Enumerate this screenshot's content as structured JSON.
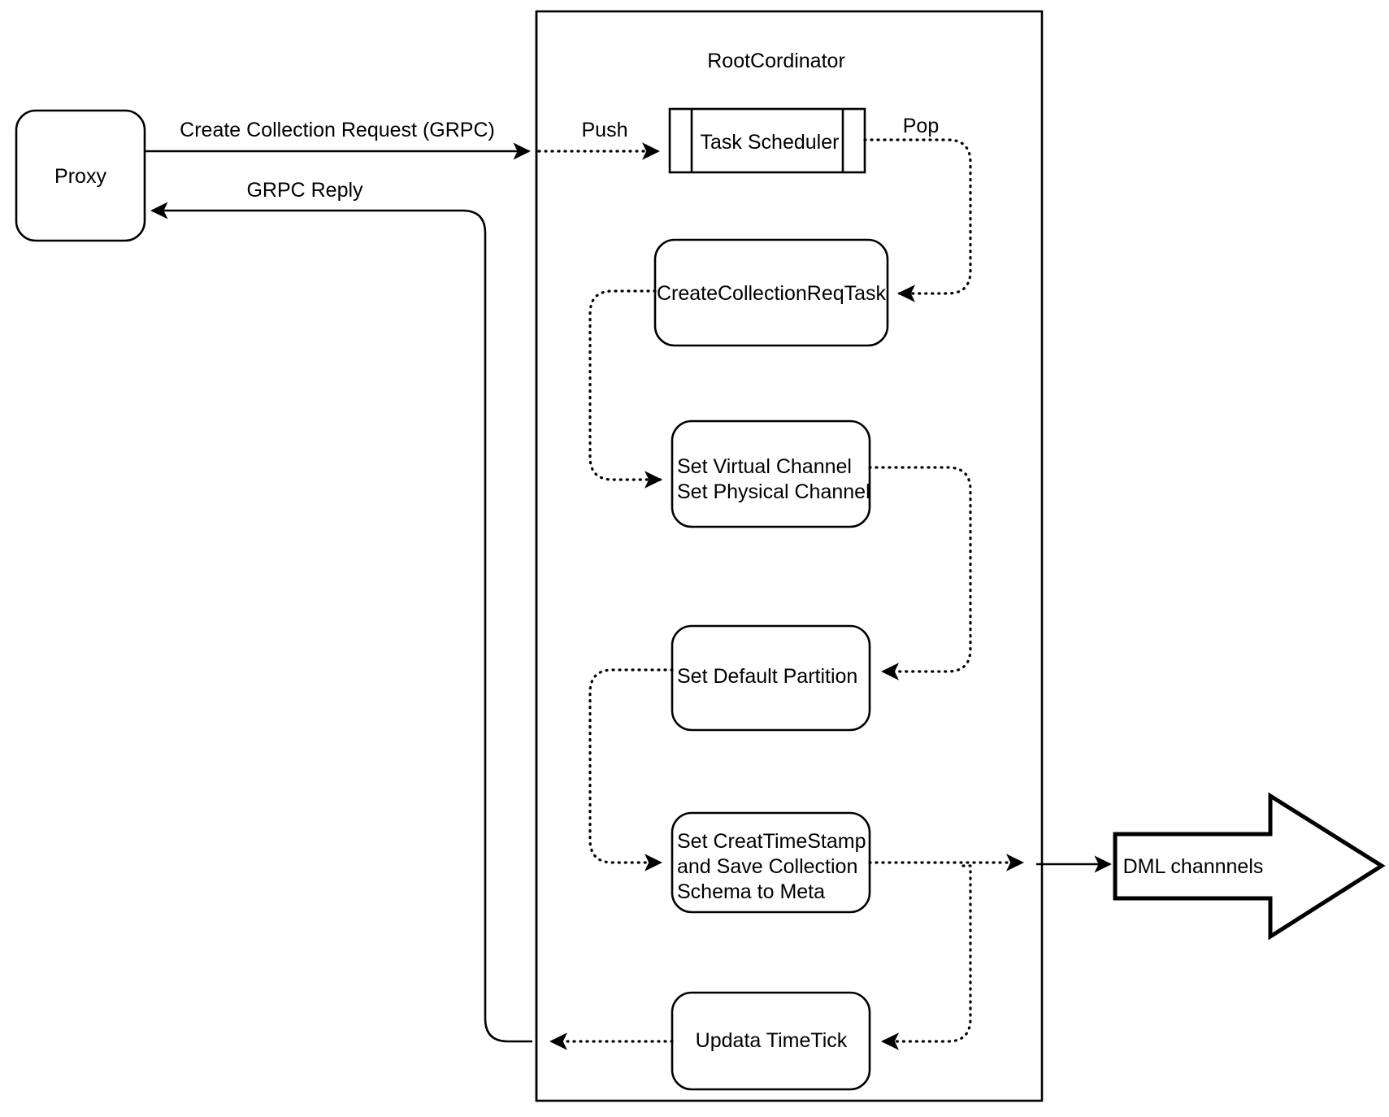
{
  "diagram": {
    "title_note": "RootCordinator create-collection request flow",
    "container": {
      "label": "RootCordinator"
    },
    "nodes": {
      "proxy": {
        "label": "Proxy",
        "shape": "rounded-rect"
      },
      "task_scheduler": {
        "label": "Task Scheduler",
        "shape": "queue"
      },
      "create_collection_req_task": {
        "label": "CreateCollectionReqTask",
        "shape": "rounded-rect"
      },
      "set_channels": {
        "line1": "Set Virtual Channel",
        "line2": "Set Physical Channel",
        "shape": "rounded-rect"
      },
      "set_default_partition": {
        "label": "Set Default Partition",
        "shape": "rounded-rect"
      },
      "set_timestamp_save_meta": {
        "line1": "Set CreatTimeStamp",
        "line2": "and Save Collection",
        "line3": "Schema to Meta",
        "shape": "rounded-rect"
      },
      "update_timetick": {
        "label": "Updata TimeTick",
        "shape": "rounded-rect"
      },
      "dml_channels": {
        "label": "DML channnels",
        "shape": "block-arrow-right"
      }
    },
    "edges": [
      {
        "id": "e1",
        "label": "Create Collection Request (GRPC)",
        "style": "solid",
        "from": "proxy",
        "to": "task_scheduler"
      },
      {
        "id": "e2",
        "label": "Push",
        "style": "dotted",
        "from": "container-boundary",
        "to": "task_scheduler"
      },
      {
        "id": "e3",
        "label": "Pop",
        "style": "dotted",
        "from": "task_scheduler",
        "to": "create_collection_req_task"
      },
      {
        "id": "e4",
        "label": "",
        "style": "dotted",
        "from": "create_collection_req_task",
        "to": "set_channels"
      },
      {
        "id": "e5",
        "label": "",
        "style": "dotted",
        "from": "set_channels",
        "to": "set_default_partition"
      },
      {
        "id": "e6",
        "label": "",
        "style": "dotted",
        "from": "set_default_partition",
        "to": "set_timestamp_save_meta"
      },
      {
        "id": "e7",
        "label": "",
        "style": "dotted",
        "from": "set_timestamp_save_meta",
        "to": "dml_channels"
      },
      {
        "id": "e8",
        "label": "",
        "style": "dotted",
        "from": "set_timestamp_save_meta",
        "to": "update_timetick"
      },
      {
        "id": "e9",
        "label": "GRPC Reply",
        "style": "solid",
        "from": "update_timetick",
        "to": "proxy"
      }
    ],
    "colors": {
      "stroke": "#000000",
      "fill": "#ffffff",
      "text": "#000000"
    }
  }
}
